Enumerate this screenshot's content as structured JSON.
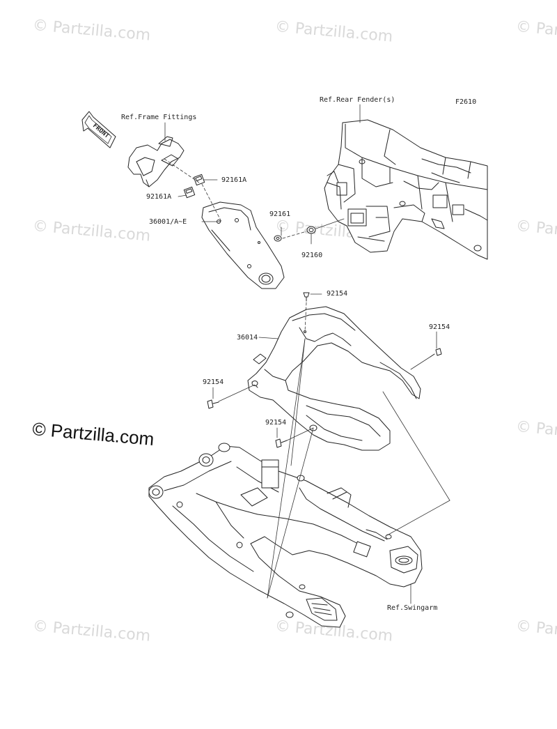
{
  "diagram": {
    "figure_code": "F2610",
    "watermark": "© Partzilla.com",
    "front_arrow_label": "FRONT",
    "labels": {
      "ref_rear_fender": "Ref.Rear Fender(s)",
      "ref_frame_fittings": "Ref.Frame Fittings",
      "p92161A_upper": "92161A",
      "p92161A_lower": "92161A",
      "p36001": "36001/A~E",
      "p92161": "92161",
      "p92160": "92160",
      "p92154_top": "92154",
      "p36014": "36014",
      "p92154_right": "92154",
      "p92154_left": "92154",
      "p92154_center": "92154",
      "ref_swingarm": "Ref.Swingarm"
    }
  }
}
